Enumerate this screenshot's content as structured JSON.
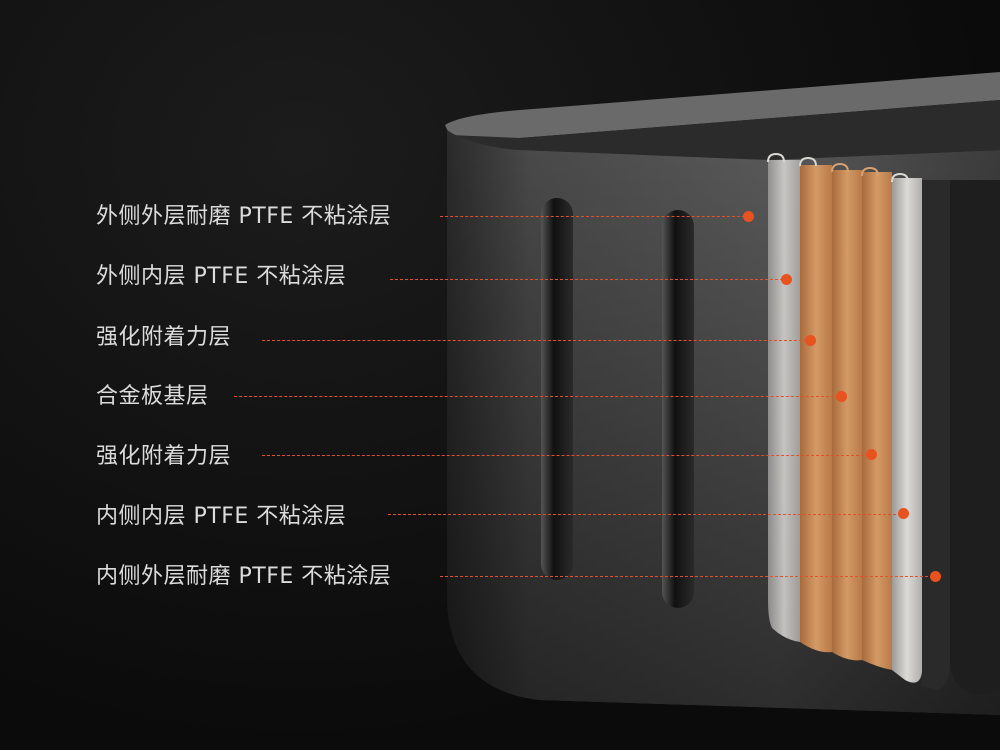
{
  "layers": [
    {
      "label": "外侧外层耐磨 PTFE 不粘涂层"
    },
    {
      "label": "外侧内层 PTFE 不粘涂层"
    },
    {
      "label": "强化附着力层"
    },
    {
      "label": "合金板基层"
    },
    {
      "label": "强化附着力层"
    },
    {
      "label": "内侧内层 PTFE 不粘涂层"
    },
    {
      "label": "内侧外层耐磨 PTFE 不粘涂层"
    }
  ],
  "colors": {
    "accent": "#e8521f",
    "text": "#dcdcdc",
    "copper": "#c98a55",
    "coating": "#d8d6d2"
  }
}
